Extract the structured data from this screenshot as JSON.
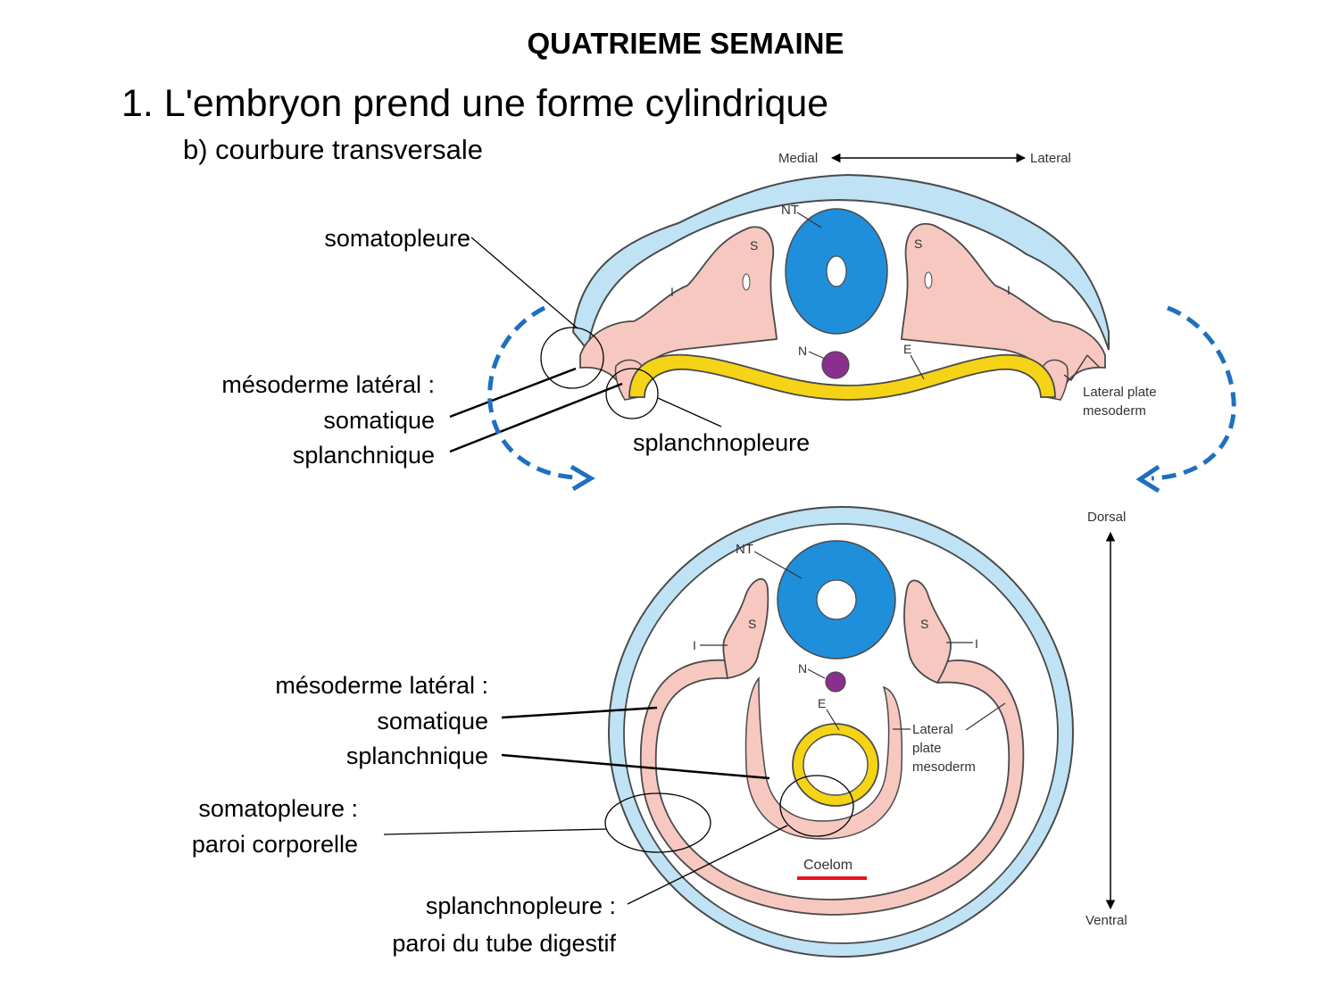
{
  "slide": {
    "title": "QUATRIEME SEMAINE",
    "heading": "1. L'embryon prend une forme cylindrique",
    "subheading": "b) courbure transversale"
  },
  "top_diagram": {
    "axis_medial": "Medial",
    "axis_lateral": "Lateral",
    "nt": "NT",
    "s": "S",
    "i": "I",
    "n": "N",
    "e": "E",
    "lateral_plate_1": "Lateral plate",
    "lateral_plate_2": "mesoderm",
    "callouts": {
      "somatopleure": "somatopleure",
      "mesoderme": "mésoderme latéral :",
      "somatique": "somatique",
      "splanchnique": "splanchnique",
      "splanchnopleure": "splanchnopleure"
    }
  },
  "bottom_diagram": {
    "axis_dorsal": "Dorsal",
    "axis_ventral": "Ventral",
    "nt": "NT",
    "s": "S",
    "i": "I",
    "n": "N",
    "e": "E",
    "lateral_1": "Lateral",
    "lateral_2": "plate",
    "lateral_3": "mesoderm",
    "coelom": "Coelom",
    "callouts": {
      "mesoderme": "mésoderme latéral :",
      "somatique": "somatique",
      "splanchnique": "splanchnique",
      "somatopleure": "somatopleure :",
      "paroi_corporelle": "paroi corporelle",
      "splanchnopleure": "splanchnopleure :",
      "paroi_tube": "paroi du tube digestif"
    }
  },
  "colors": {
    "ectoderm": "#bfe3f5",
    "outline": "#4a4a4a",
    "mesoderm": "#f7c8c0",
    "neural_tube": "#1f8fdc",
    "notochord": "#8b2f8e",
    "endoderm": "#f5d317",
    "arrow": "#1f6fbf",
    "underline": "#e8141c"
  }
}
